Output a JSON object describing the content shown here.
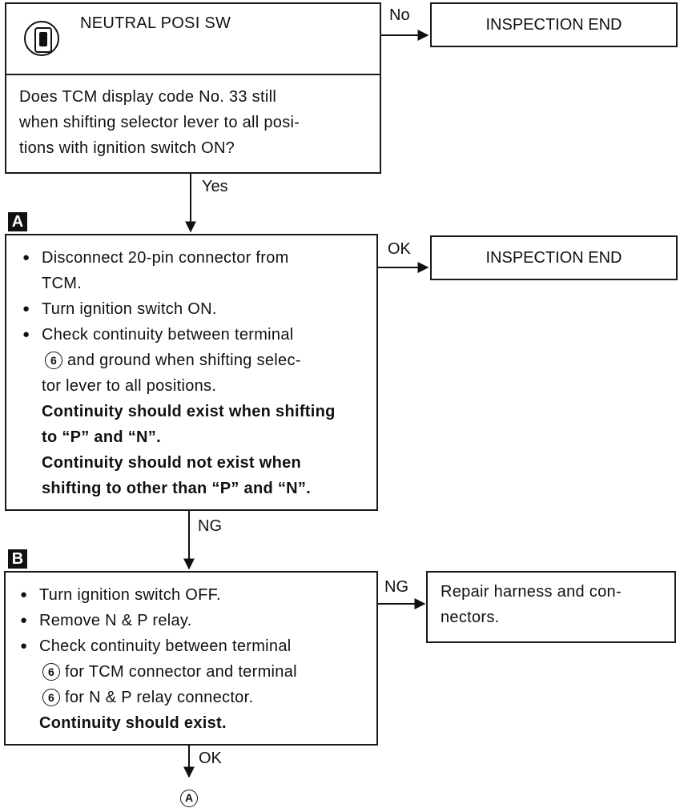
{
  "start": {
    "icon": "neutral-switch-icon",
    "title": "NEUTRAL POSI SW",
    "question": "Does TCM display code No. 33 still when shifting selector lever to all posi-tions with ignition switch ON?",
    "question_lines": [
      "Does TCM display code No. 33 still",
      "when shifting selector lever to all posi-",
      "tions with ignition switch ON?"
    ],
    "no_label": "No",
    "yes_label": "Yes",
    "end_text": "INSPECTION END"
  },
  "step_a": {
    "marker": "A",
    "items": [
      [
        "Disconnect 20-pin connector from",
        "TCM."
      ],
      [
        "Turn ignition switch ON."
      ],
      [
        "Check continuity between terminal",
        "and ground when shifting selec-",
        "tor lever to all positions."
      ]
    ],
    "terminal": "6",
    "notes": [
      "Continuity should exist when shifting",
      "to “P” and “N”.",
      "Continuity should not exist when",
      "shifting to other than “P” and “N”."
    ],
    "ok_label": "OK",
    "ok_end": "INSPECTION END",
    "ng_label": "NG"
  },
  "step_b": {
    "marker": "B",
    "items": [
      [
        "Turn ignition switch OFF."
      ],
      [
        "Remove N & P relay."
      ],
      [
        "Check continuity between terminal",
        "for TCM connector and terminal",
        "for N & P relay connector."
      ]
    ],
    "terminal": "6",
    "note": "Continuity should exist.",
    "ng_label": "NG",
    "ng_result": [
      "Repair harness and con-",
      "nectors."
    ],
    "ok_label": "OK"
  },
  "connector_label": "A"
}
